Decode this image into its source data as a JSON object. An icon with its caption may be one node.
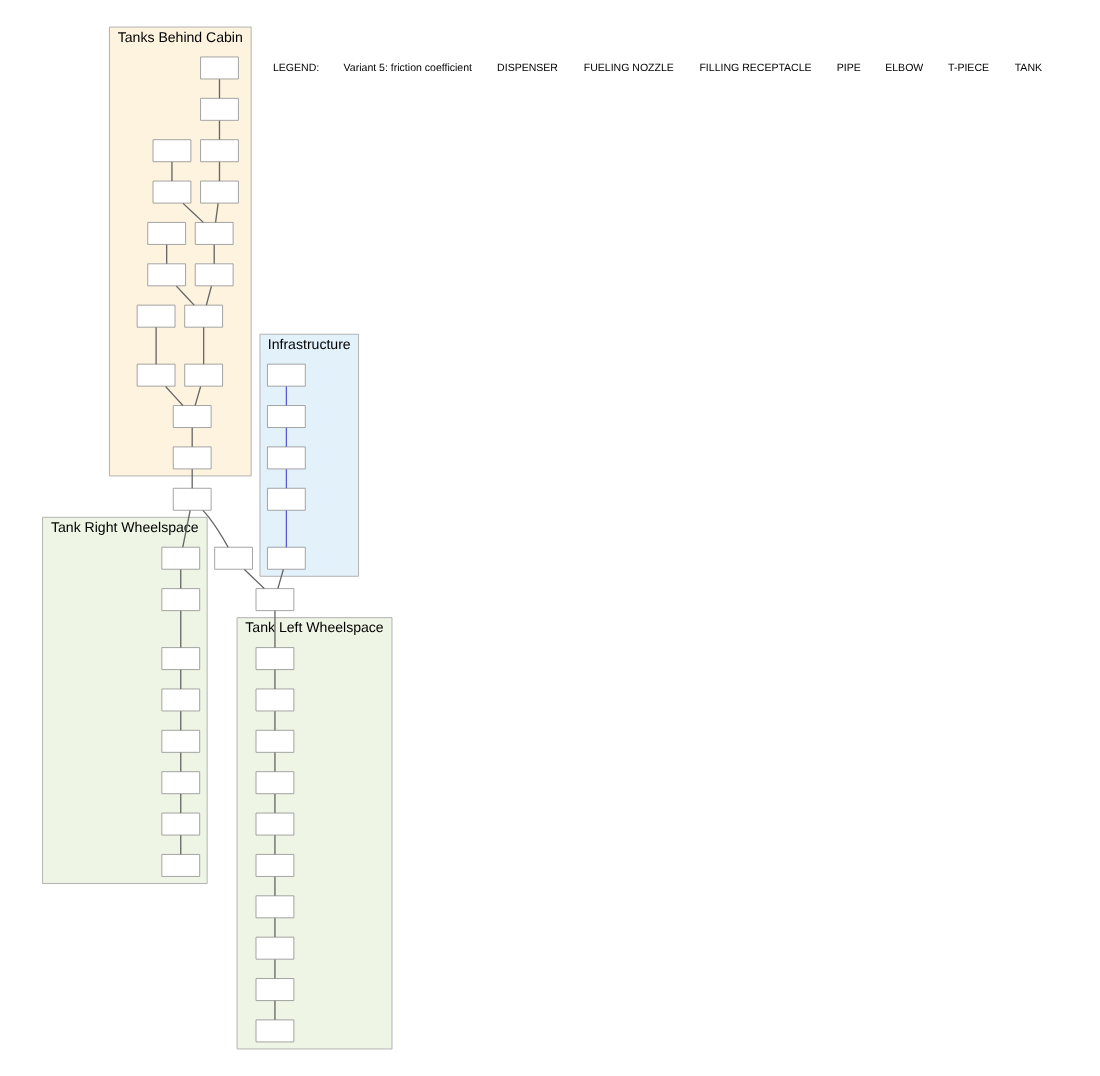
{
  "diagram": {
    "nodes": [
      {
        "text": [
          "Tanks Behind Cabin"
        ]
      },
      {
        "text": [],
        "shape": "box",
        "in": 0
      },
      {
        "text": [],
        "shape": "box",
        "in": 0
      },
      {
        "text": [],
        "shape": "box",
        "in": 0
      },
      {
        "text": [],
        "shape": "box",
        "in": 0
      },
      {
        "text": [],
        "shape": "box",
        "in": 0
      },
      {
        "text": [],
        "shape": "box",
        "in": 0
      },
      {
        "text": [],
        "shape": "box",
        "in": 0
      },
      {
        "text": [],
        "shape": "box",
        "in": 0
      },
      {
        "text": [],
        "shape": "box",
        "in": 0
      },
      {
        "text": [],
        "shape": "box",
        "in": 0
      },
      {
        "text": [],
        "shape": "box",
        "in": 0
      },
      {
        "text": [],
        "shape": "box",
        "in": 0
      },
      {
        "text": [],
        "shape": "box",
        "in": 0
      },
      {
        "text": [],
        "shape": "box",
        "in": 0
      },
      {
        "text": [],
        "shape": "box",
        "in": 0
      },
      {
        "text": [],
        "shape": "box",
        "in": 0
      },
      {
        "text": [],
        "shape": "box"
      },
      {
        "text": [],
        "shape": "box"
      },
      {
        "text": [],
        "shape": "box"
      },
      {
        "text": [
          "Tank Right Wheelspace"
        ]
      },
      {
        "text": [],
        "shape": "box",
        "in": 20
      },
      {
        "text": [],
        "shape": "box",
        "in": 20
      },
      {
        "text": [],
        "shape": "box",
        "in": 20
      },
      {
        "text": [],
        "shape": "box",
        "in": 20
      },
      {
        "text": [],
        "shape": "box",
        "in": 20
      },
      {
        "text": [],
        "shape": "box",
        "in": 20
      },
      {
        "text": [],
        "shape": "box",
        "in": 20
      },
      {
        "text": [],
        "shape": "box",
        "in": 20
      },
      {
        "text": [
          "Tank Left Wheelspace"
        ]
      },
      {
        "text": [],
        "shape": "box",
        "in": 29
      },
      {
        "text": [],
        "shape": "box",
        "in": 29
      },
      {
        "text": [],
        "shape": "box",
        "in": 29
      },
      {
        "text": [],
        "shape": "box",
        "in": 29
      },
      {
        "text": [],
        "shape": "box",
        "in": 29
      },
      {
        "text": [],
        "shape": "box",
        "in": 29
      },
      {
        "text": [],
        "shape": "box",
        "in": 29
      },
      {
        "text": [],
        "shape": "box",
        "in": 29
      },
      {
        "text": [],
        "shape": "box",
        "in": 29
      },
      {
        "text": [],
        "shape": "box",
        "in": 29
      },
      {
        "text": [
          "Infrastructure"
        ]
      },
      {
        "text": [],
        "shape": "box",
        "in": 40
      },
      {
        "text": [],
        "shape": "box",
        "in": 40
      },
      {
        "text": [],
        "shape": "box",
        "in": 40
      },
      {
        "text": [],
        "shape": "box",
        "in": 40
      },
      {
        "text": [],
        "shape": "box",
        "in": 40
      }
    ],
    "edges": [
      {
        "from": 1,
        "to": 2,
        "arrow": "none"
      },
      {
        "from": 2,
        "to": 3,
        "arrow": "none"
      },
      {
        "from": 3,
        "to": 4,
        "arrow": "none"
      },
      {
        "from": 4,
        "to": 7,
        "arrow": "none"
      },
      {
        "from": 5,
        "to": 6,
        "arrow": "none"
      },
      {
        "from": 6,
        "to": 7,
        "arrow": "none"
      },
      {
        "from": 7,
        "to": 8,
        "arrow": "none"
      },
      {
        "from": 8,
        "to": 11,
        "arrow": "none"
      },
      {
        "from": 9,
        "to": 10,
        "arrow": "none"
      },
      {
        "from": 10,
        "to": 11,
        "arrow": "none"
      },
      {
        "from": 11,
        "to": 12,
        "arrow": "none"
      },
      {
        "from": 12,
        "to": 15,
        "arrow": "none"
      },
      {
        "from": 13,
        "to": 14,
        "arrow": "none"
      },
      {
        "from": 14,
        "to": 15,
        "arrow": "none"
      },
      {
        "from": 15,
        "to": 16,
        "arrow": "none"
      },
      {
        "from": 16,
        "to": 17,
        "arrow": "none"
      },
      {
        "from": 17,
        "to": 18,
        "arrow": "none"
      },
      {
        "from": 18,
        "to": 19,
        "arrow": "none"
      },
      {
        "from": 17,
        "to": 21,
        "arrow": "none"
      },
      {
        "from": 21,
        "to": 22,
        "arrow": "none"
      },
      {
        "from": 22,
        "to": 23,
        "arrow": "none"
      },
      {
        "from": 23,
        "to": 24,
        "arrow": "none"
      },
      {
        "from": 24,
        "to": 25,
        "arrow": "none"
      },
      {
        "from": 25,
        "to": 26,
        "arrow": "none"
      },
      {
        "from": 26,
        "to": 27,
        "arrow": "none"
      },
      {
        "from": 27,
        "to": 28,
        "arrow": "none"
      },
      {
        "from": 19,
        "to": 30,
        "arrow": "none"
      },
      {
        "from": 30,
        "to": 31,
        "arrow": "none"
      },
      {
        "from": 31,
        "to": 32,
        "arrow": "none"
      },
      {
        "from": 32,
        "to": 33,
        "arrow": "none"
      },
      {
        "from": 33,
        "to": 34,
        "arrow": "none"
      },
      {
        "from": 34,
        "to": 35,
        "arrow": "none"
      },
      {
        "from": 35,
        "to": 36,
        "arrow": "none"
      },
      {
        "from": 36,
        "to": 37,
        "arrow": "none"
      },
      {
        "from": 37,
        "to": 38,
        "arrow": "none"
      },
      {
        "from": 38,
        "to": 39,
        "arrow": "none"
      },
      {
        "from": 41,
        "to": 42,
        "arrow": "none",
        "color": "#5b5bd6"
      },
      {
        "from": 42,
        "to": 43,
        "arrow": "none",
        "color": "#5b5bd6"
      },
      {
        "from": 43,
        "to": 44,
        "arrow": "none",
        "color": "#5b5bd6"
      },
      {
        "from": 44,
        "to": 45,
        "arrow": "none",
        "color": "#5b5bd6"
      },
      {
        "from": 45,
        "to": 19,
        "arrow": "none"
      }
    ],
    "labels": [
      "LEGEND:",
      "Variant 5: friction coefficient"
    ],
    "legend": [
      {
        "text": "DISPENSER"
      },
      {
        "text": "FUELING NOZZLE"
      },
      {
        "text": "FILLING RECEPTACLE"
      },
      {
        "text": "PIPE"
      },
      {
        "text": "ELBOW"
      },
      {
        "text": "T-PIECE"
      },
      {
        "text": "TANK"
      }
    ]
  }
}
